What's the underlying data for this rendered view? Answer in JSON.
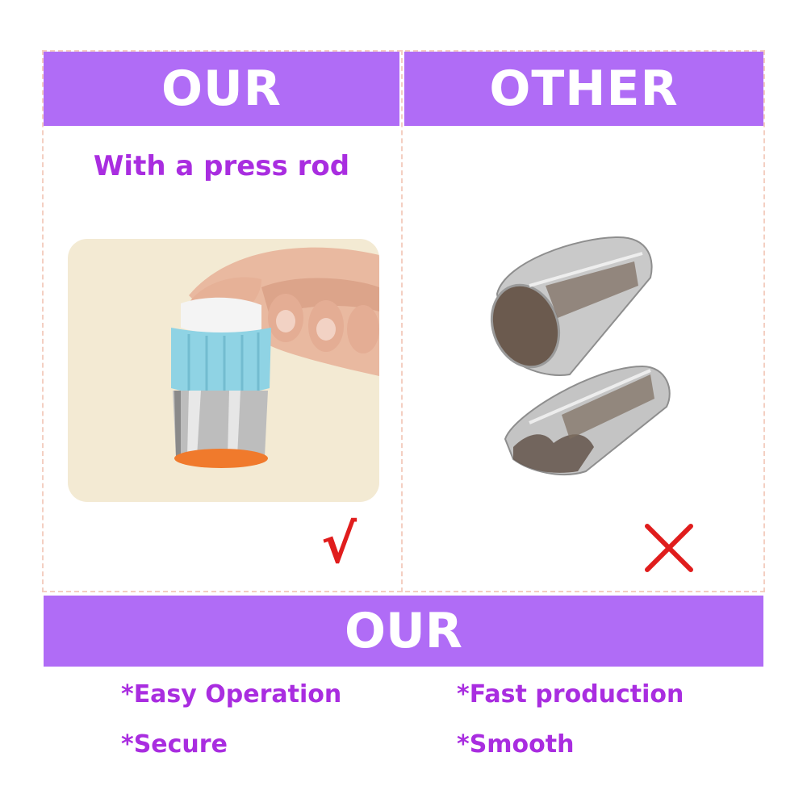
{
  "header": {
    "left_label": "OUR",
    "right_label": "OTHER"
  },
  "left_panel": {
    "caption": "With a press rod",
    "mark": "√",
    "image_icon": "press-rod-cutter-photo"
  },
  "right_panel": {
    "mark_icon": "cross-icon",
    "image_icon": "plain-cutter-molds-photo"
  },
  "bottom_banner": {
    "label": "OUR"
  },
  "features": [
    "*Easy Operation",
    "*Fast production",
    "*Secure",
    "*Smooth"
  ],
  "colors": {
    "banner": "#b06cf6",
    "text_accent": "#a92de0",
    "mark_red": "#e01d1d",
    "dashed_border": "#f4cfc2"
  }
}
